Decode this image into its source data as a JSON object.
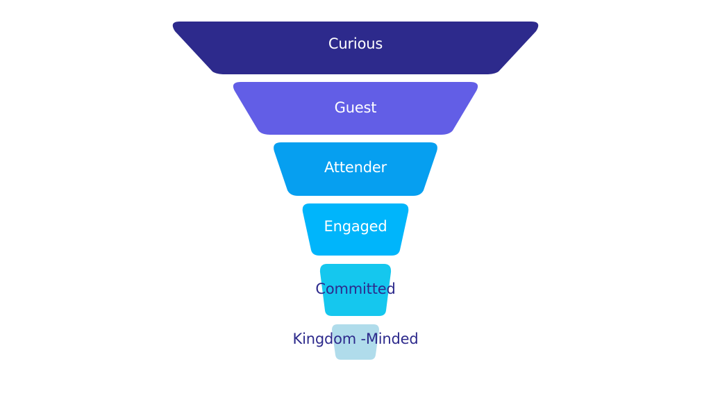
{
  "diagram": {
    "type": "funnel",
    "stages": [
      {
        "label": "Curious",
        "color": "#2d2a8c",
        "text_color": "#ffffff"
      },
      {
        "label": "Guest",
        "color": "#625ee6",
        "text_color": "#ffffff"
      },
      {
        "label": "Attender",
        "color": "#069ff0",
        "text_color": "#ffffff"
      },
      {
        "label": "Engaged",
        "color": "#00b5fb",
        "text_color": "#ffffff"
      },
      {
        "label": "Committed",
        "color": "#15c7ee",
        "text_color": "#2d2a8c"
      },
      {
        "label": "Kingdom -Minded",
        "color": "#b0dceb",
        "text_color": "#2d2a8c"
      }
    ]
  }
}
